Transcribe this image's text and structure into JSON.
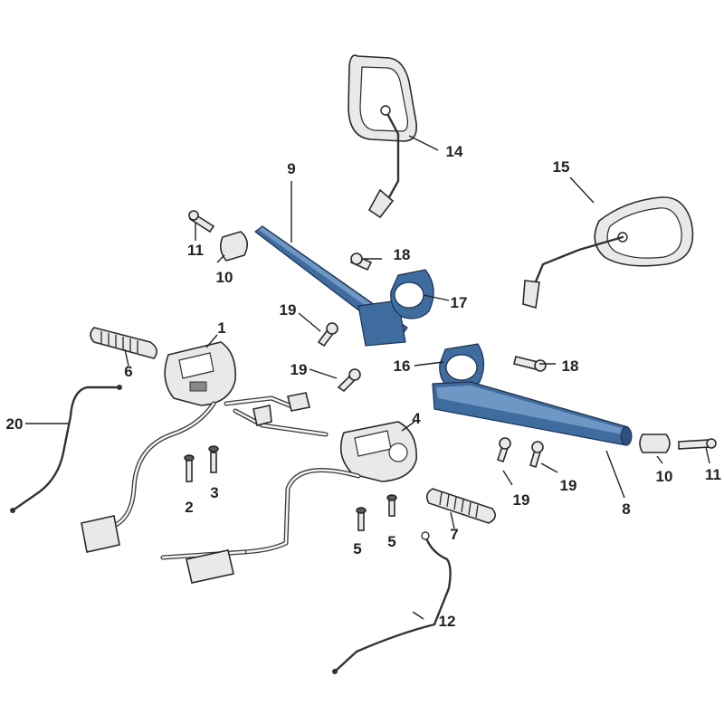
{
  "colors": {
    "accent_blue": "#3f6c9e",
    "accent_blue_light": "#6f97c4",
    "line": "#222222",
    "background": "#ffffff"
  },
  "callouts": {
    "n1": "1",
    "n2": "2",
    "n3": "3",
    "n4": "4",
    "n5a": "5",
    "n5b": "5",
    "n6": "6",
    "n7": "7",
    "n8": "8",
    "n9": "9",
    "n10a": "10",
    "n10b": "10",
    "n11a": "11",
    "n11b": "11",
    "n12": "12",
    "n14": "14",
    "n15": "15",
    "n16": "16",
    "n17": "17",
    "n18a": "18",
    "n18b": "18",
    "n19a": "19",
    "n19b": "19",
    "n19c": "19",
    "n19d": "19",
    "n20": "20"
  }
}
